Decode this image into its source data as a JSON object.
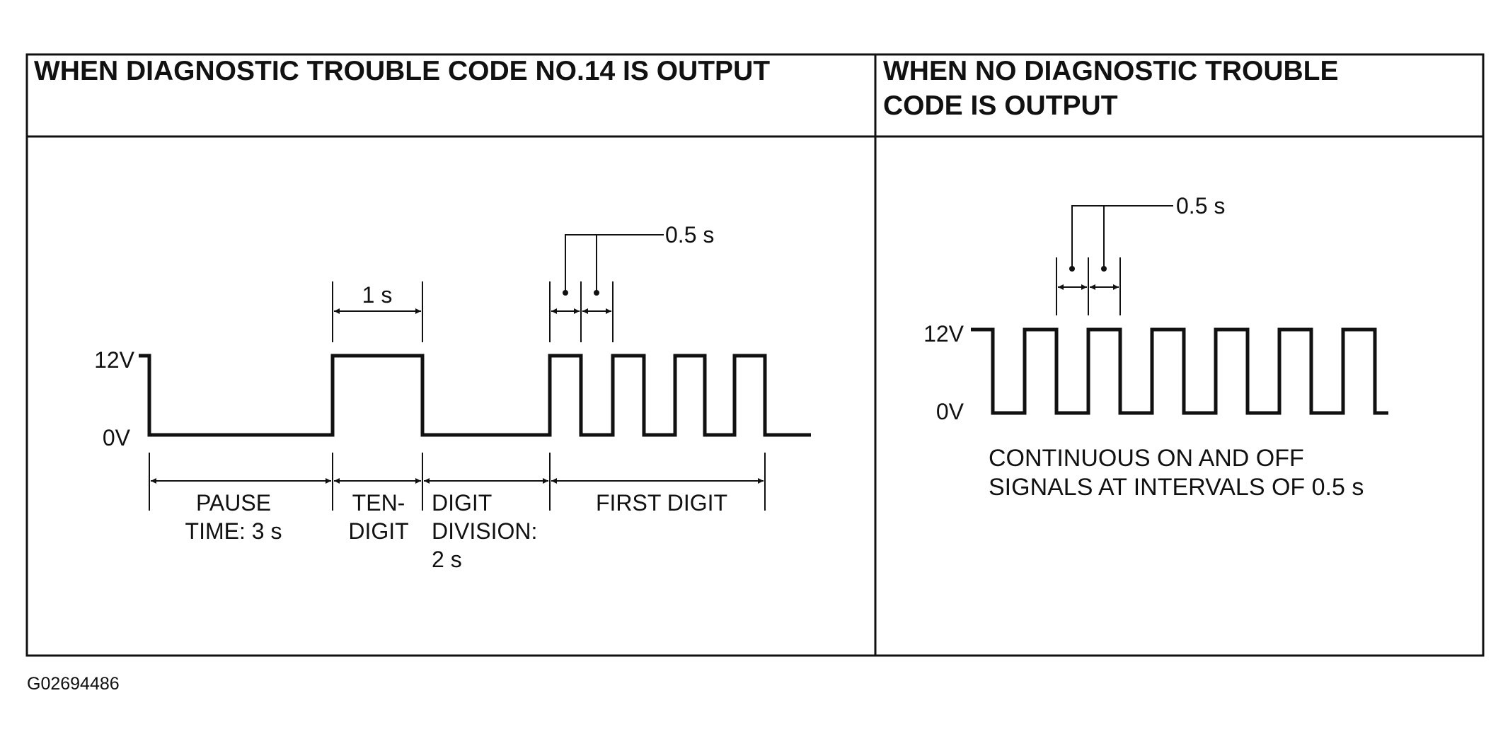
{
  "figure_code": "G02694486",
  "left_panel": {
    "header_lines": [
      "WHEN DIAGNOSTIC TROUBLE CODE NO.14 IS OUTPUT"
    ],
    "voltage_high": "12V",
    "voltage_low": "0V",
    "duration_1s": "1 s",
    "duration_half_s": "0.5 s",
    "segments": {
      "pause": [
        "PAUSE",
        "TIME: 3 s"
      ],
      "ten_digit": [
        "TEN-",
        "DIGIT"
      ],
      "digit_division": [
        "DIGIT",
        "DIVISION:",
        "2 s"
      ],
      "first_digit": [
        "FIRST DIGIT"
      ]
    }
  },
  "right_panel": {
    "header_lines": [
      "WHEN NO DIAGNOSTIC TROUBLE",
      "CODE IS OUTPUT"
    ],
    "voltage_high": "12V",
    "voltage_low": "0V",
    "duration_half_s": "0.5 s",
    "caption_lines": [
      "CONTINUOUS ON AND OFF",
      "SIGNALS AT INTERVALS OF 0.5 s"
    ]
  }
}
